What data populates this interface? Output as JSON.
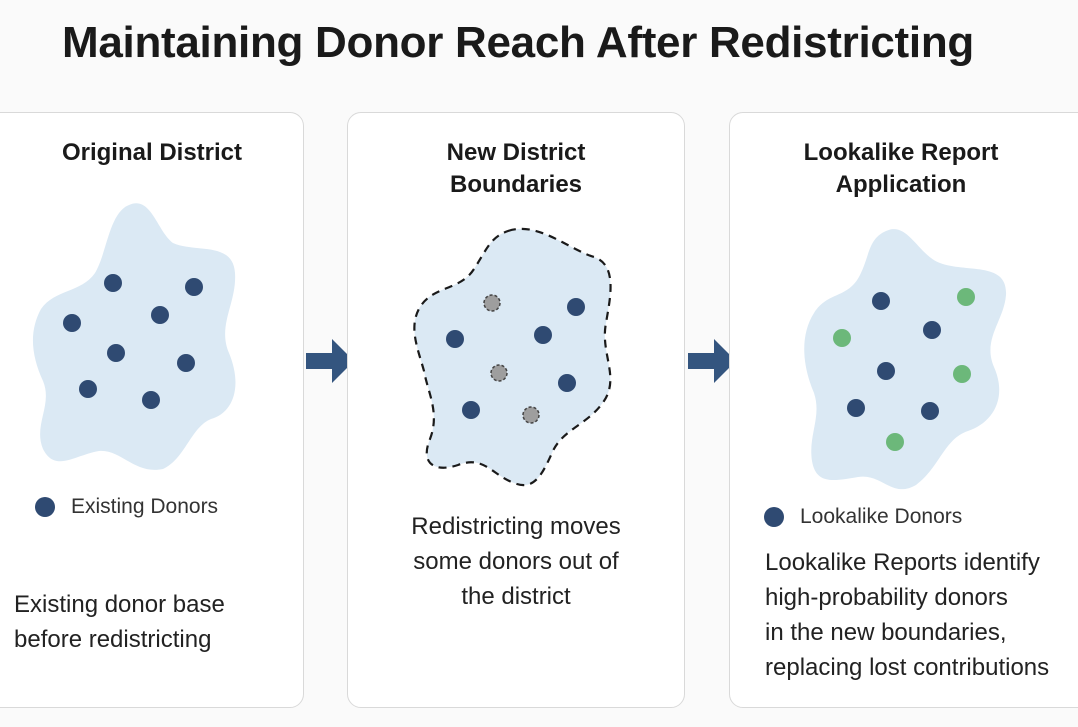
{
  "title": "Maintaining Donor Reach After Redistricting",
  "panels": [
    {
      "title": "Original District",
      "legend": "Existing Donors",
      "description": "Existing donor base\nbefore redistricting"
    },
    {
      "title": "New District\nBoundaries",
      "description": "Redistricting moves\nsome donors out of\nthe district"
    },
    {
      "title": "Lookalike Report\nApplication",
      "legend": "Lookalike Donors",
      "description": "Lookalike Reports identify\nhigh-probability donors\nin the new boundaries,\nreplacing lost contributions"
    }
  ],
  "colors": {
    "district_fill": "#dbe9f4",
    "existing_donor": "#2f4a72",
    "lookalike_donor": "#6cb87a",
    "moved_donor": "#9e9e9e",
    "arrow": "#34557f"
  }
}
